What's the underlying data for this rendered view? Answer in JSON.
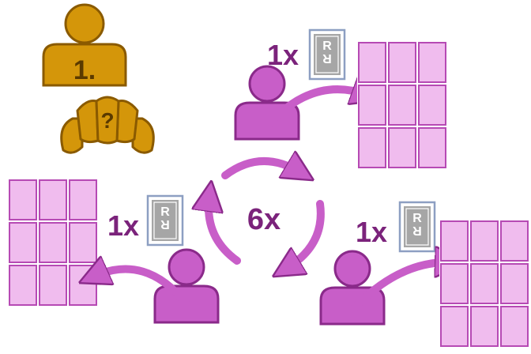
{
  "start_player": {
    "number_label": "1.",
    "token_label": "?"
  },
  "center": {
    "repeat_label": "6x"
  },
  "players": [
    {
      "id": "top",
      "count_label": "1x",
      "card_letter": "R"
    },
    {
      "id": "left",
      "count_label": "1x",
      "card_letter": "R"
    },
    {
      "id": "right",
      "count_label": "1x",
      "card_letter": "R"
    }
  ],
  "colors": {
    "gold": "#d4960a",
    "gold_outline": "#8a5a00",
    "purple": "#c85ec8",
    "purple_outline": "#8a2a8a",
    "grid_fill": "#f0bcee",
    "grid_outline": "#b64ab4",
    "text_purple": "#7b237b",
    "card_gray": "#a6a6a6",
    "card_frame": "#8d9fc2"
  },
  "icons": [
    "person-number-icon",
    "croissant-question-icon",
    "person-icon",
    "card-back-icon",
    "cycle-arrows-icon",
    "card-grid-icon"
  ]
}
